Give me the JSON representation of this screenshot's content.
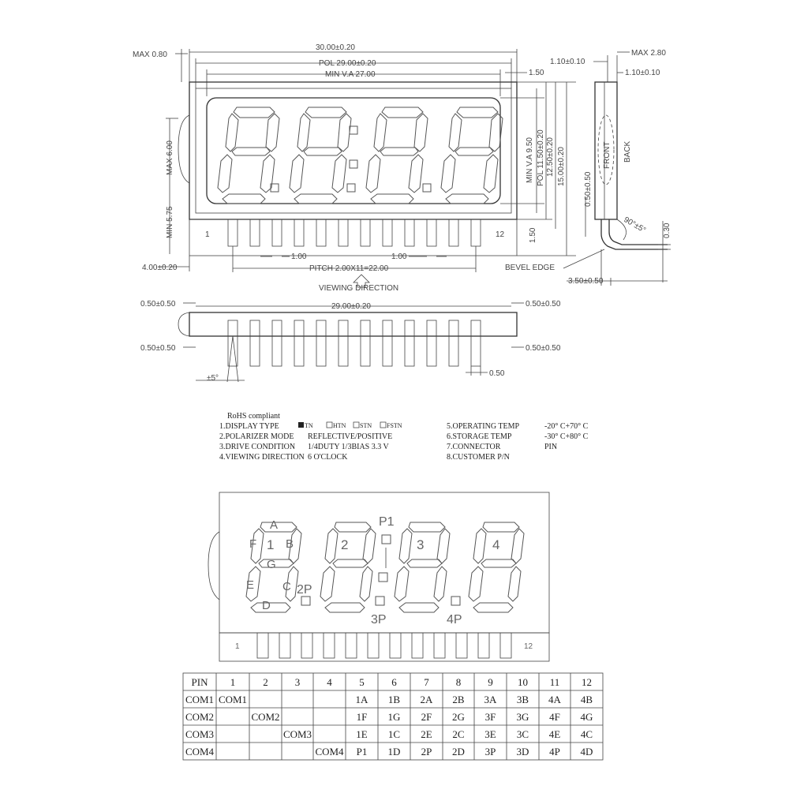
{
  "front": {
    "max_080": "MAX 0.80",
    "w_total": "30.00±0.20",
    "pol_w": "POL 29.00±0.20",
    "va_w": "MIN V.A 27.00",
    "r_150": "1.50",
    "max_600": "MAX 6.00",
    "min_575": "MIN 5.75",
    "min_va_h": "MIN V.A 9.50",
    "pol_h": "POL 11.50±0.20",
    "h_1250": "12.50±0.20",
    "h_1500": "15.00±0.20",
    "r_150b": "1.50",
    "pin1": "1",
    "pin12": "12",
    "d_400": "4.00±0.20",
    "d_100a": "1.00",
    "d_100b": "1.00",
    "pitch": "PITCH 2.00X11=22.00",
    "viewing": "VIEWING DIRECTION"
  },
  "side": {
    "d_110a": "1.10±0.10",
    "max_280": "MAX 2.80",
    "d_110b": "1.10±0.10",
    "front": "FRONT",
    "back": "BACK",
    "d_050": "0.50±0.50",
    "angle": "90°±5°",
    "d_030": "0.30",
    "bevel": "BEVEL EDGE",
    "d_350": "3.50±0.50"
  },
  "bottom": {
    "l1": "0.50±0.50",
    "l2": "0.50±0.50",
    "w": "29.00±0.20",
    "r1": "0.50±0.50",
    "r2": "0.50±0.50",
    "ang": "±5°",
    "d_050": "0.50"
  },
  "specs": {
    "rohs": "RoHS compliant",
    "left": [
      {
        "label": "1.DISPLAY TYPE",
        "value": ""
      },
      {
        "label": "2.POLARIZER MODE",
        "value": "REFLECTIVE/POSITIVE"
      },
      {
        "label": "3.DRIVE CONDITION",
        "value": "1/4DUTY 1/3BIAS 3.3 V"
      },
      {
        "label": "4.VIEWING DIRECTION",
        "value": "6 O'CLOCK"
      }
    ],
    "types": [
      "TN",
      "HTN",
      "STN",
      "FSTN"
    ],
    "right": [
      {
        "label": "5.OPERATING TEMP",
        "value": "-20° C+70° C"
      },
      {
        "label": "6.STORAGE TEMP",
        "value": "-30° C+80° C"
      },
      {
        "label": "7.CONNECTOR",
        "value": "PIN"
      },
      {
        "label": "8.CUSTOMER P/N",
        "value": ""
      }
    ]
  },
  "segments": {
    "A": "A",
    "B": "B",
    "C": "C",
    "D": "D",
    "E": "E",
    "F": "F",
    "G": "G",
    "d1": "1",
    "d2": "2",
    "d3": "3",
    "d4": "4",
    "p1": "P1",
    "p2": "2P",
    "p3": "3P",
    "p4": "4P",
    "pin1": "1",
    "pin12": "12"
  },
  "table": {
    "header": [
      "PIN",
      "1",
      "2",
      "3",
      "4",
      "5",
      "6",
      "7",
      "8",
      "9",
      "10",
      "11",
      "12"
    ],
    "rows": [
      [
        "COM1",
        "COM1",
        "",
        "",
        "",
        "1A",
        "1B",
        "2A",
        "2B",
        "3A",
        "3B",
        "4A",
        "4B"
      ],
      [
        "COM2",
        "",
        "COM2",
        "",
        "",
        "1F",
        "1G",
        "2F",
        "2G",
        "3F",
        "3G",
        "4F",
        "4G"
      ],
      [
        "COM3",
        "",
        "",
        "COM3",
        "",
        "1E",
        "1C",
        "2E",
        "2C",
        "3E",
        "3C",
        "4E",
        "4C"
      ],
      [
        "COM4",
        "",
        "",
        "",
        "COM4",
        "P1",
        "1D",
        "2P",
        "2D",
        "3P",
        "3D",
        "4P",
        "4D"
      ]
    ]
  }
}
